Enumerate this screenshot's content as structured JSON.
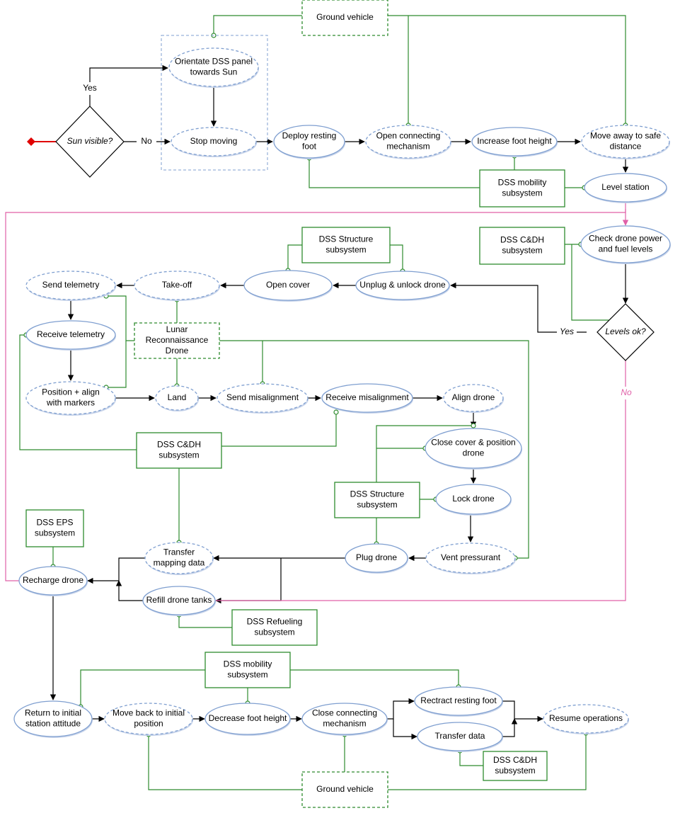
{
  "colors": {
    "flow": "#000000",
    "subsystem": "#2e8b2e",
    "no_path": "#e060a8",
    "start": "#e00000",
    "node_stroke": "#7f9fd0"
  },
  "decisions": {
    "sun_visible": "Sun visible?",
    "levels_ok": "Levels ok?"
  },
  "edge_labels": {
    "yes_sun": "Yes",
    "no_sun": "No",
    "yes_levels": "Yes",
    "no_levels": "No"
  },
  "activities": {
    "orientate": [
      "Orientate DSS panel",
      "towards Sun"
    ],
    "stop_moving": [
      "Stop moving"
    ],
    "deploy_foot": [
      "Deploy resting",
      "foot"
    ],
    "open_connecting": [
      "Open connecting",
      "mechanism"
    ],
    "increase_height": [
      "Increase foot height"
    ],
    "move_away": [
      "Move away to safe",
      "distance"
    ],
    "level_station": [
      "Level station"
    ],
    "check_power": [
      "Check drone power",
      "and fuel levels"
    ],
    "unplug": [
      "Unplug & unlock drone"
    ],
    "open_cover": [
      "Open cover"
    ],
    "takeoff": [
      "Take-off"
    ],
    "send_telemetry": [
      "Send telemetry"
    ],
    "receive_telemetry": [
      "Receive telemetry"
    ],
    "position_align": [
      "Position + align",
      "with markers"
    ],
    "land": [
      "Land"
    ],
    "send_misalignment": [
      "Send misalignment"
    ],
    "receive_misalignment": [
      "Receive misalignment"
    ],
    "align_drone": [
      "Align drone"
    ],
    "close_cover": [
      "Close cover & position",
      "drone"
    ],
    "lock_drone": [
      "Lock drone"
    ],
    "vent": [
      "Vent pressurant"
    ],
    "plug_drone": [
      "Plug drone"
    ],
    "transfer_mapping": [
      "Transfer",
      "mapping data"
    ],
    "refill": [
      "Refill drone tanks"
    ],
    "recharge": [
      "Recharge drone"
    ],
    "return_attitude": [
      "Return to initial",
      "station attitude"
    ],
    "move_back": [
      "Move back to initial",
      "position"
    ],
    "decrease_height": [
      "Decrease foot height"
    ],
    "close_connecting": [
      "Close connecting",
      "mechanism"
    ],
    "retract_foot": [
      "Rectract resting foot"
    ],
    "transfer_data": [
      "Transfer data"
    ],
    "resume": [
      "Resume operations"
    ]
  },
  "subsystems": {
    "ground_vehicle_top": [
      "Ground vehicle"
    ],
    "mobility_top": [
      "DSS mobility",
      "subsystem"
    ],
    "cdh_top": [
      "DSS C&DH",
      "subsystem"
    ],
    "structure_top": [
      "DSS Structure",
      "subsystem"
    ],
    "lunar_drone": [
      "Lunar",
      "Reconnaissance",
      "Drone"
    ],
    "cdh_mid": [
      "DSS C&DH",
      "subsystem"
    ],
    "structure_mid": [
      "DSS Structure",
      "subsystem"
    ],
    "eps": [
      "DSS EPS",
      "subsystem"
    ],
    "refueling": [
      "DSS Refueling",
      "subsystem"
    ],
    "mobility_bottom": [
      "DSS mobility",
      "subsystem"
    ],
    "cdh_bottom": [
      "DSS C&DH",
      "subsystem"
    ],
    "ground_vehicle_bottom": [
      "Ground vehicle"
    ]
  }
}
